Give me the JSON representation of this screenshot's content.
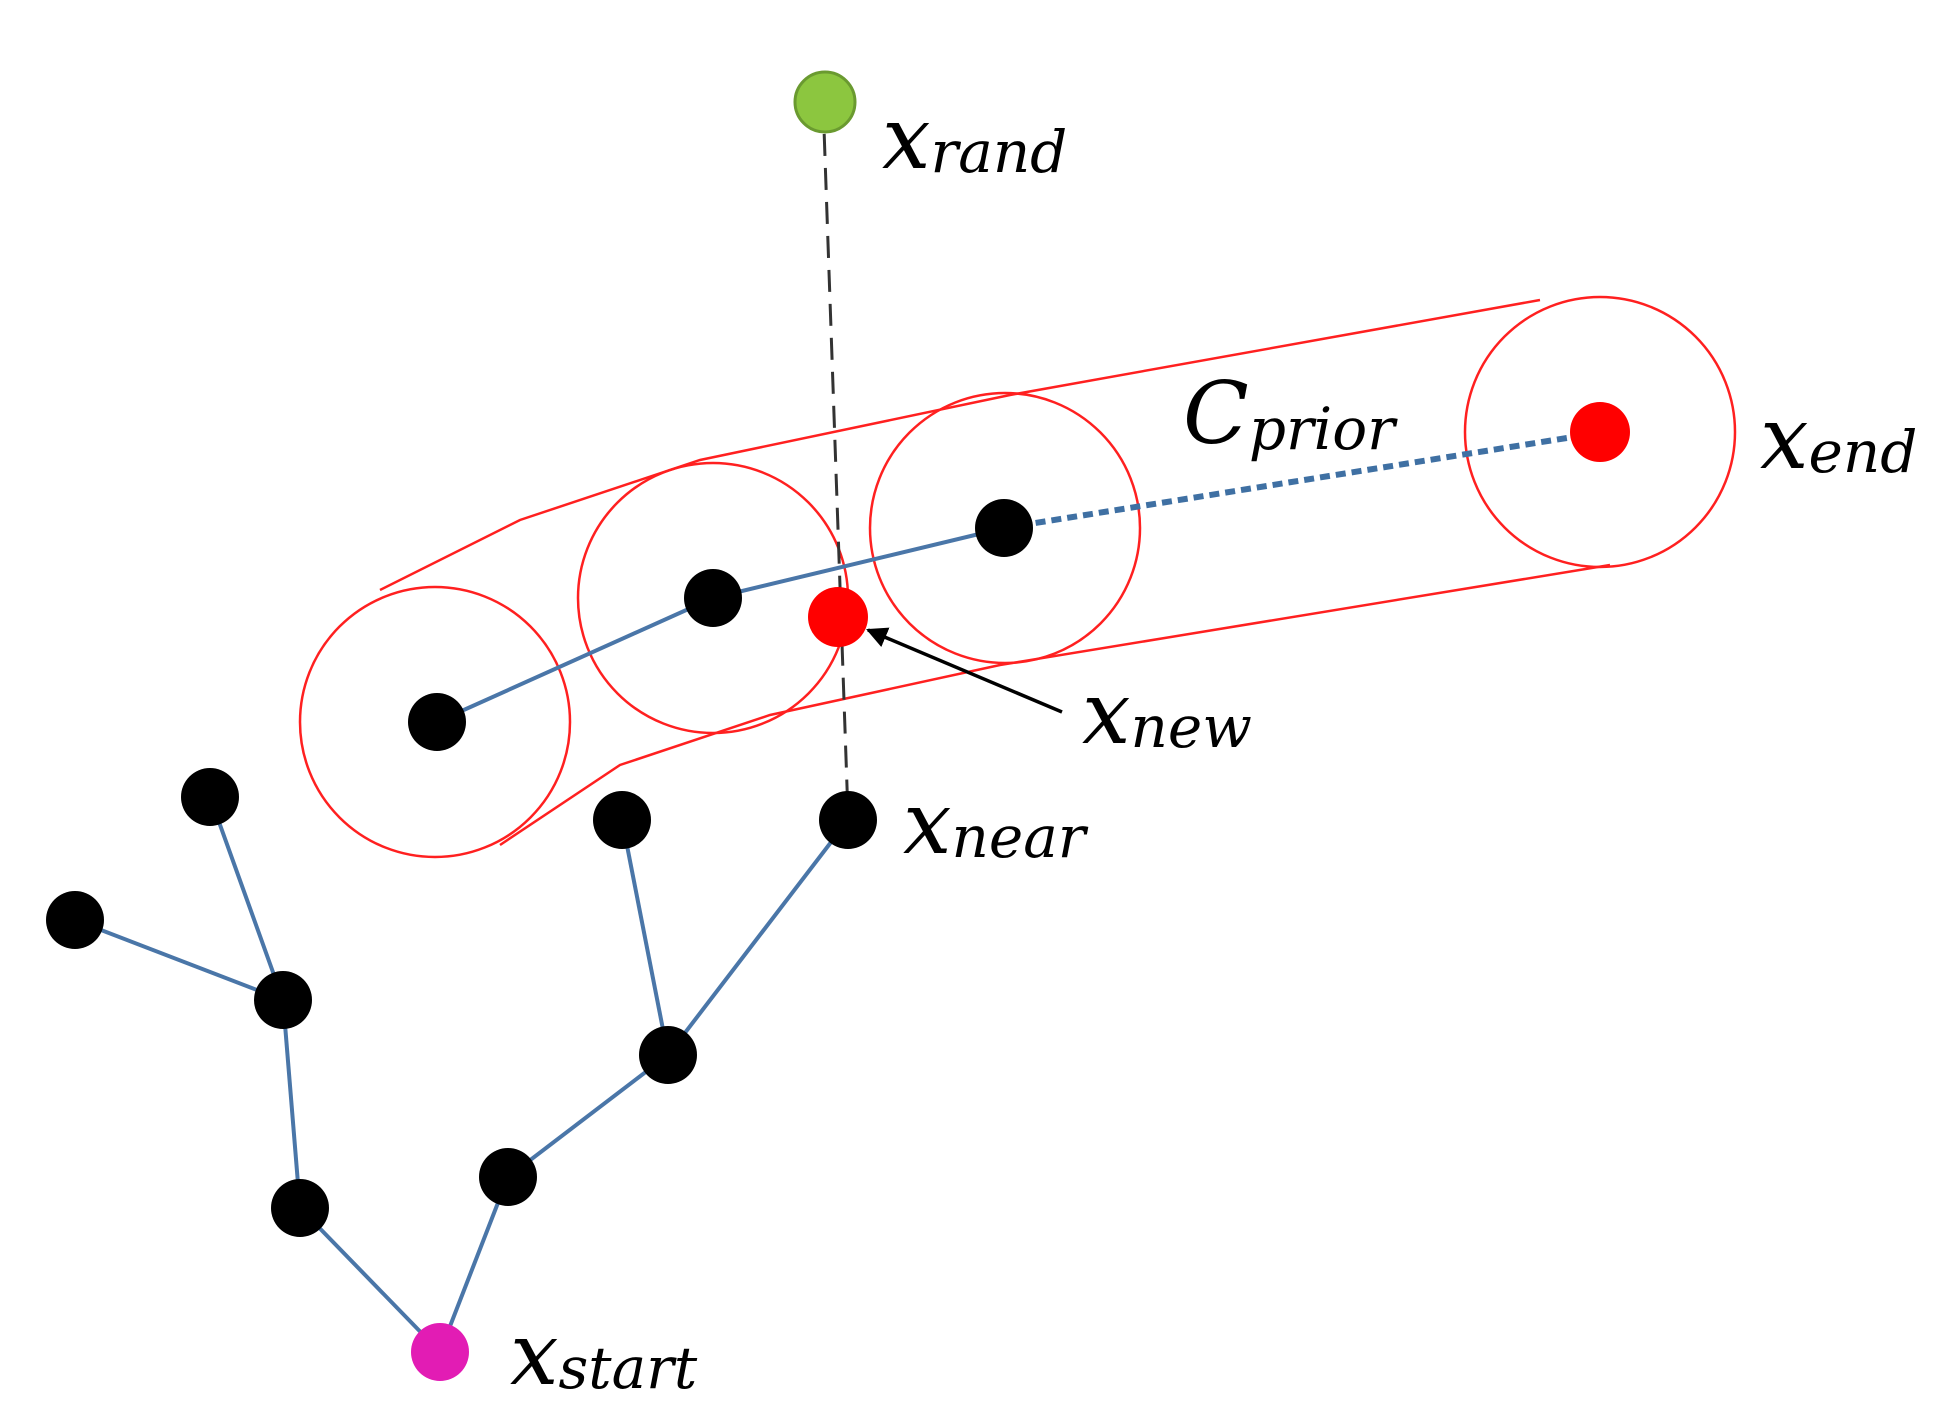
{
  "colors": {
    "tree_edge": "#4a76a8",
    "node": "#000000",
    "start_node": "#e21cb4",
    "rand_node": "#8cc63f",
    "rand_node_stroke": "#6a9a30",
    "highlight_node": "#ff0000",
    "prior_outline": "#ff2020",
    "prior_path": "#3f70a3",
    "guide_line": "#333333",
    "arrow": "#000000"
  },
  "labels": {
    "x_rand": {
      "base": "x",
      "sub": "rand"
    },
    "c_prior": {
      "base": "C",
      "sub": "prior"
    },
    "x_end": {
      "base": "x",
      "sub": "end"
    },
    "x_new": {
      "base": "x",
      "sub": "new"
    },
    "x_near": {
      "base": "x",
      "sub": "near"
    },
    "x_start": {
      "base": "x",
      "sub": "start"
    }
  }
}
